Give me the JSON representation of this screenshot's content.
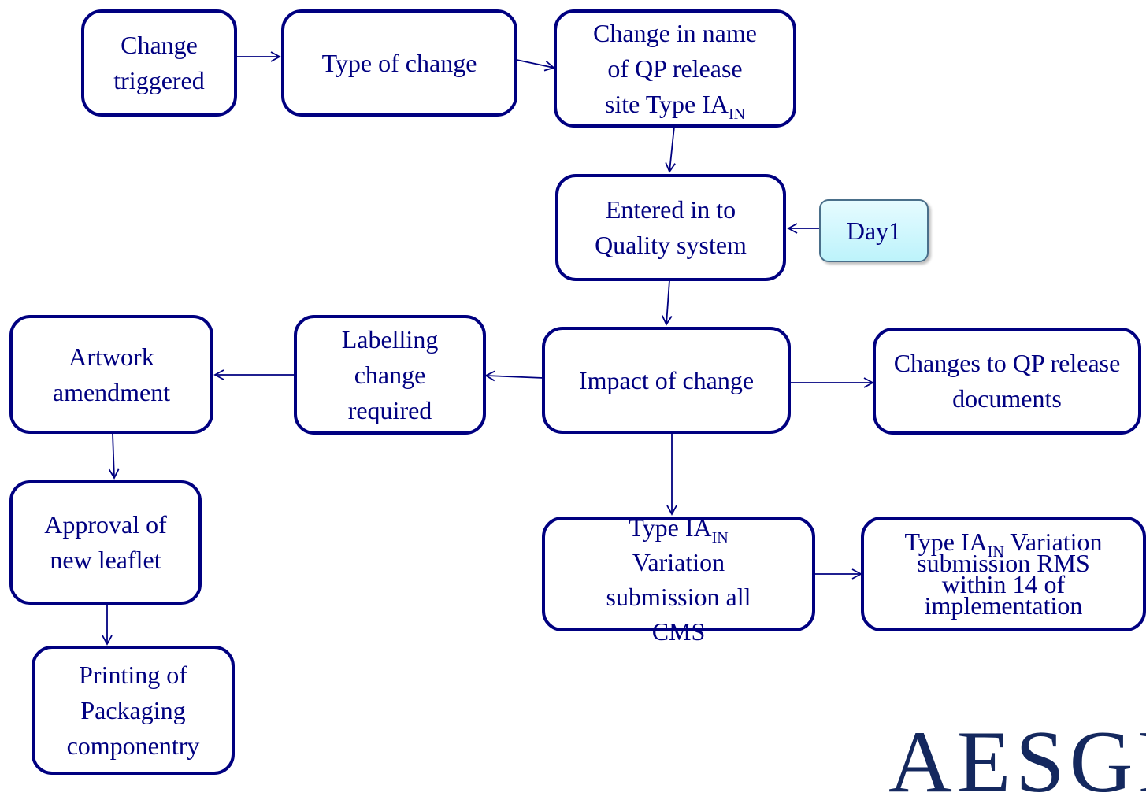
{
  "nodes": {
    "change_triggered": "Change triggered",
    "type_of_change": "Type of change",
    "change_name_line1": "Change in name",
    "change_name_line2": "of QP release",
    "change_name_line3": "site Type IA",
    "change_name_sub": "IN",
    "quality_line1": "Entered in to",
    "quality_line2": "Quality system",
    "day1": "Day1",
    "impact": "Impact of change",
    "labelling_line1": "Labelling",
    "labelling_line2": "change",
    "labelling_line3": "required",
    "artwork": "Artwork amendment",
    "approval": "Approval of new leaflet",
    "printing": "Printing  of Packaging componentry",
    "qp_docs": "Changes to QP release documents",
    "variation_all_line1": "Type IA",
    "variation_all_sub": "IN",
    "variation_all_line2": "Variation",
    "variation_all_line3": "submission all",
    "variation_all_line4": "CMS",
    "variation_rms_line1_a": "Type IA",
    "variation_rms_sub": "IN",
    "variation_rms_line1_b": " Variation",
    "variation_rms_line2": "submission RMS",
    "variation_rms_line3": "within 14 of",
    "variation_rms_line4": "implementation"
  },
  "logo_text": "AESGP",
  "colors": {
    "stroke": "#000080",
    "text": "#000080",
    "day_fill": "#c8f5fc",
    "logo": "#14285e"
  }
}
